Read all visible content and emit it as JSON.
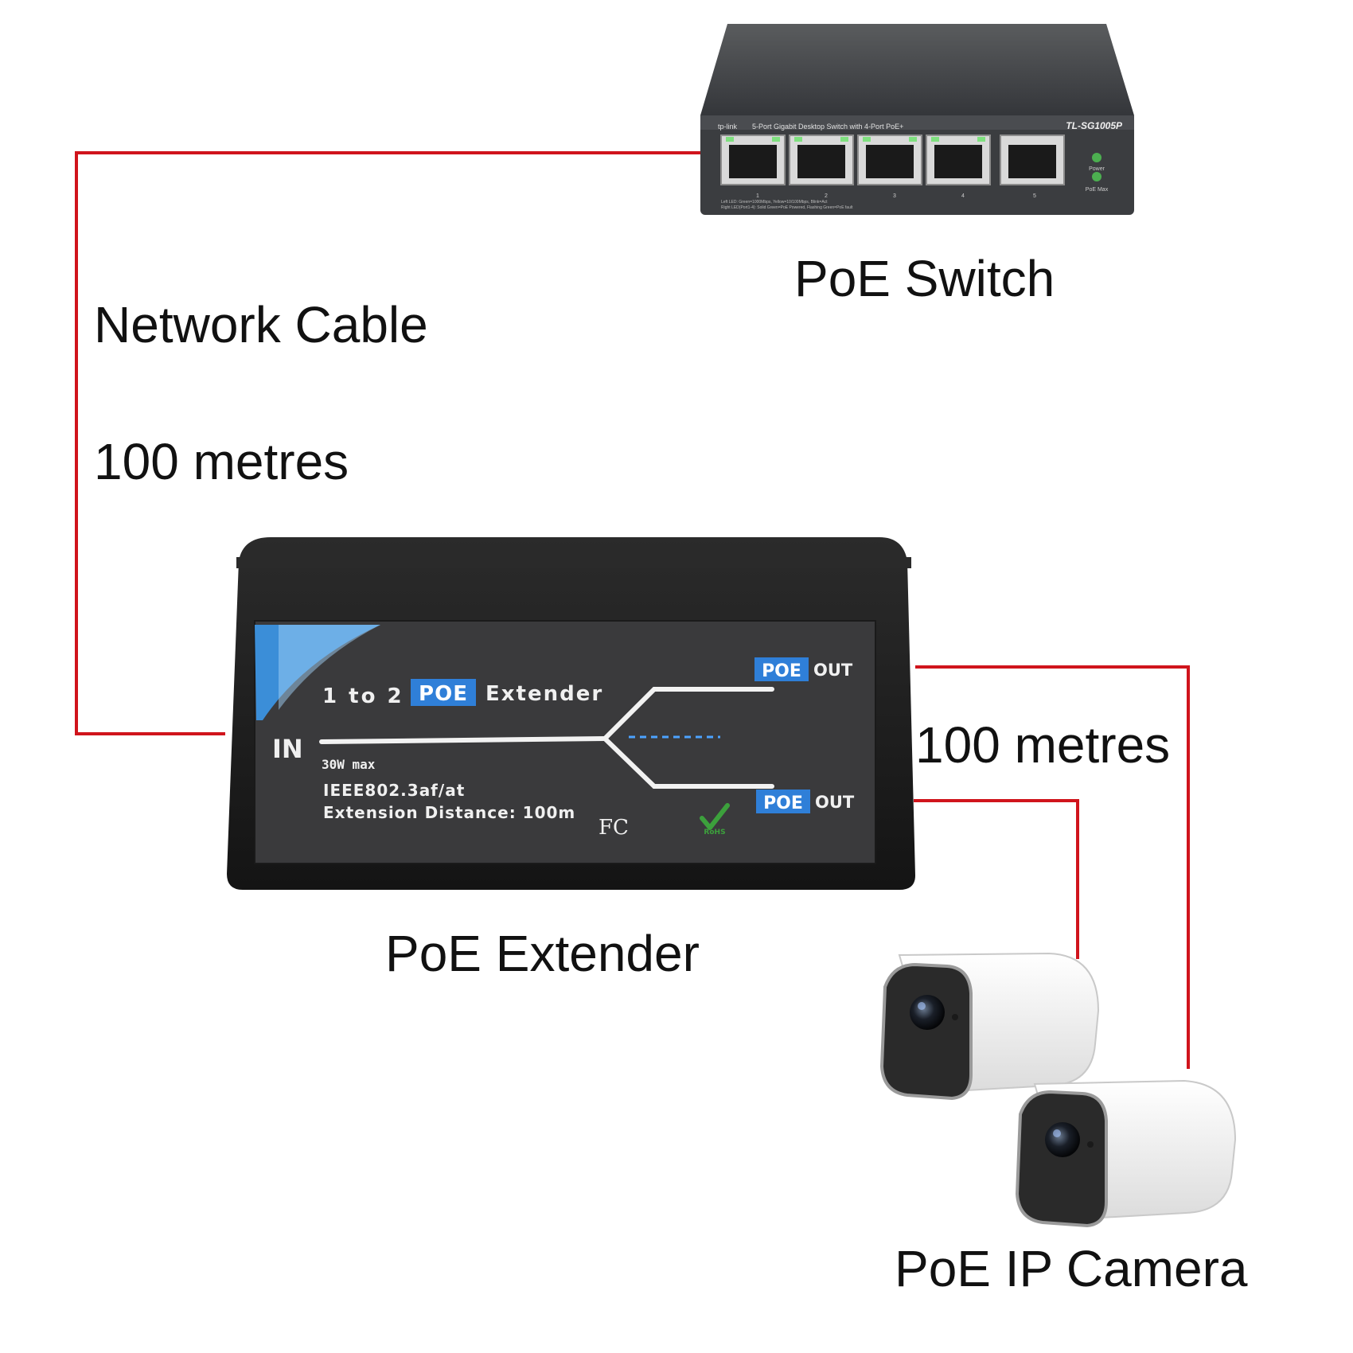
{
  "labels": {
    "switch": "PoE Switch",
    "cable": "Network Cable",
    "distance_in": "100 metres",
    "distance_out": "100 metres",
    "extender": "PoE Extender",
    "camera": "PoE IP Camera"
  },
  "switch_device": {
    "brand": "tp-link",
    "description": "5-Port Gigabit Desktop Switch with 4-Port PoE+",
    "model": "TL-SG1005P",
    "port_numbers": [
      "1",
      "2",
      "3",
      "4",
      "5"
    ],
    "led_power": "Power",
    "led_poe_max": "PoE Max",
    "legend_line1": "Left LED:   Green=1000Mbps, Yellow=10/100Mbps, Blink=Act",
    "legend_line2": "Right LED(Port1-4):   Solid Green=PoE Powered, Flashing Green=PoE fault"
  },
  "extender_device": {
    "title_prefix": "1 to 2",
    "title_badge": "POE",
    "title_suffix": "Extender",
    "in_label": "IN",
    "power": "30W max",
    "standard": "IEEE802.3af/at",
    "distance": "Extension Distance: 100m",
    "out_badge_1": "POE",
    "out_label_1": "OUT",
    "out_badge_2": "POE",
    "out_label_2": "OUT",
    "fcc_mark": "FC",
    "rohs_mark": "RoHS"
  },
  "colors": {
    "cable": "#d0141c",
    "device_body": "#1e1e1e",
    "device_panel": "#3a3a3c",
    "badge_blue": "#2f7fd8",
    "camera_body": "#f2f2f2"
  }
}
